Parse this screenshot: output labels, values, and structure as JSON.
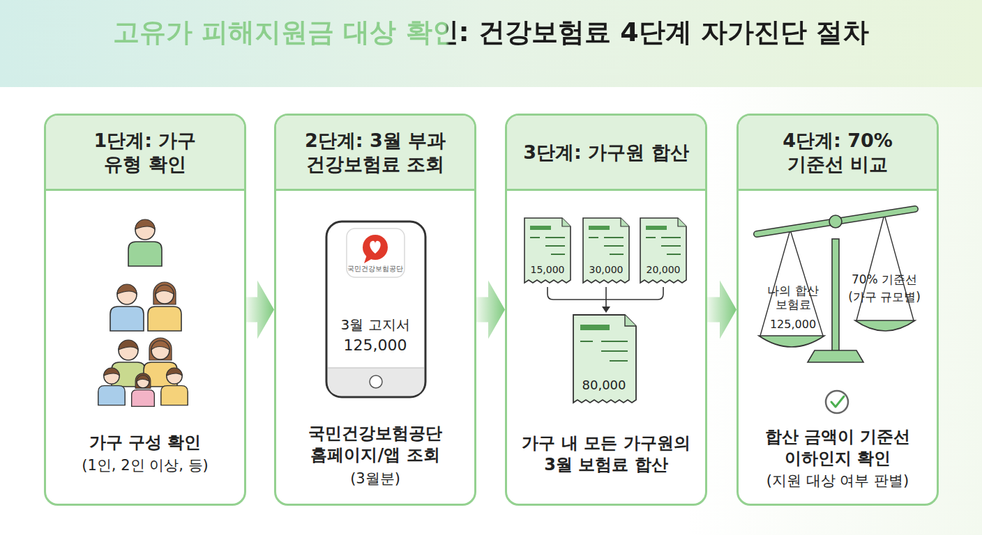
{
  "diagram": {
    "title": "고유가 피해지원금 대상 확인: 건강보험료 4단계 자가진단 절차",
    "nodes": [
      {
        "text": [
          "1단계: 가구 유형 확인",
          "가구 구성 확인",
          "(1인, 2인 이상, 등)"
        ]
      },
      {
        "text": [
          "2단계: 3월 부과 건강보험료 조회",
          "국민건강보험공단 홈페이지/앱 조회",
          "(3월분)"
        ]
      },
      {
        "text": [
          "3단계: 가구원 합산",
          "가구 내 모든 가구원의 3월 보험료 합산"
        ]
      },
      {
        "text": [
          "4단계: 70% 기준선 비교",
          "합산 금액이 기준선 이하인지 확인",
          "(지원 대상 여부 판별)"
        ]
      }
    ],
    "edges": [
      {
        "from": 0,
        "to": 1,
        "arrow": "to"
      },
      {
        "from": 1,
        "to": 2,
        "arrow": "to"
      },
      {
        "from": 2,
        "to": 3,
        "arrow": "to"
      }
    ],
    "labels": [
      "국민건강보험공단",
      "3월 고지서",
      "125,000",
      "15,000",
      "30,000",
      "20,000",
      "80,000",
      "나의 합산 보험료",
      "125,000",
      "70% 기준선",
      "(가구 규모별)"
    ]
  }
}
